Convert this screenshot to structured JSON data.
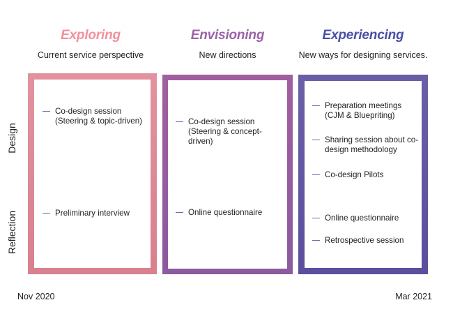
{
  "figure": {
    "background": "#ffffff",
    "text_color": "#231f20",
    "dash_color": "#6a6ba8"
  },
  "axis": {
    "rows": [
      {
        "label": "Design"
      },
      {
        "label": "Reflection"
      }
    ]
  },
  "timeline": {
    "start_label": "Nov 2020",
    "end_label": "Mar 2021"
  },
  "phases": [
    {
      "title": "Exploring",
      "title_color": "#f0919c",
      "subtitle": "Current service perspective",
      "border_color_top": "#e1929e",
      "border_color_bottom": "#d9808f",
      "design_items": [
        "Co-design session\n(Steering & topic-driven)"
      ],
      "reflection_items": [
        "Preliminary interview"
      ]
    },
    {
      "title": "Envisioning",
      "title_color": "#9b62a8",
      "subtitle": "New directions",
      "border_color_top": "#a05fa0",
      "border_color_bottom": "#8c5a9e",
      "design_items": [
        "Co-design session\n(Steering & concept-\ndriven)"
      ],
      "reflection_items": [
        "Online questionnaire"
      ]
    },
    {
      "title": "Experiencing",
      "title_color": "#4a4fa5",
      "subtitle": "New ways for designing services.",
      "border_color_top": "#6a5fa5",
      "border_color_bottom": "#5b4f9e",
      "design_items": [
        "Preparation meetings\n(CJM & Bluepriting)",
        "Sharing session about co-\ndesign methodology",
        "Co-design Pilots"
      ],
      "reflection_items": [
        "Online questionnaire",
        "Retrospective session"
      ]
    }
  ]
}
